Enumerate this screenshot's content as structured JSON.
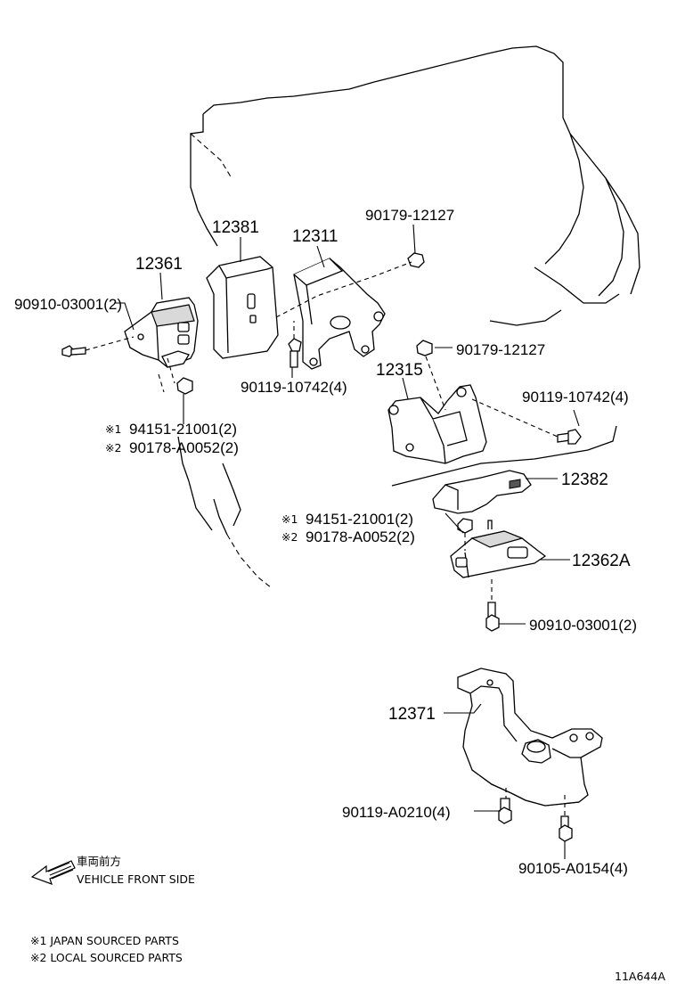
{
  "diagram": {
    "parts": {
      "p12381": "12381",
      "p12311": "12311",
      "p90179_top": "90179-12127",
      "p12361": "12361",
      "p90910_left": "90910-03001(2)",
      "p90179_mid": "90179-12127",
      "p90119_107_left": "90119-10742(4)",
      "p12315": "12315",
      "p90119_107_right": "90119-10742(4)",
      "p94151_left": "94151-21001(2)",
      "p90178_left": "90178-A0052(2)",
      "p12382": "12382",
      "p94151_right": "94151-21001(2)",
      "p90178_right": "90178-A0052(2)",
      "p12362A": "12362A",
      "p90910_right": "90910-03001(2)",
      "p12371": "12371",
      "p90119_A02": "90119-A0210(4)",
      "p90105": "90105-A0154(4)"
    },
    "marks": {
      "m1": "※1",
      "m2": "※2"
    },
    "direction": {
      "jp": "車両前方",
      "en": "VEHICLE FRONT SIDE"
    },
    "legend": {
      "note1": "※1 JAPAN SOURCED PARTS",
      "note2": "※2 LOCAL SOURCED PARTS"
    },
    "figure_id": "11A644A"
  }
}
